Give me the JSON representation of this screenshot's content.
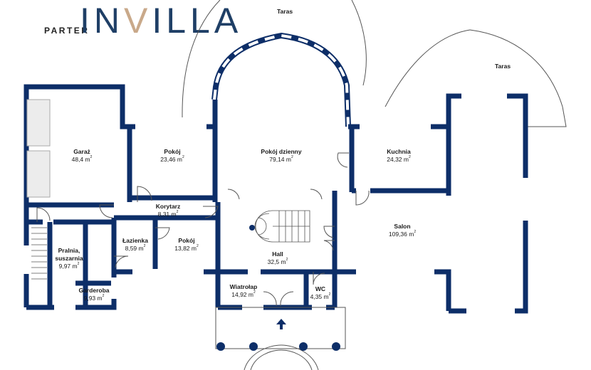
{
  "header": {
    "floor_label": "PARTER",
    "brand_prefix": "IN",
    "brand_accent": "V",
    "brand_suffix": "ILLA"
  },
  "colors": {
    "wall": "#0d2e68",
    "brand_blue": "#1f3f66",
    "brand_gold": "#c9a98a",
    "line": "#555555"
  },
  "terraces": [
    "Taras",
    "Taras"
  ],
  "rooms": [
    {
      "id": "garaz",
      "name": "Garaż",
      "area": "48,4 m"
    },
    {
      "id": "pokoj1",
      "name": "Pokój",
      "area": "23,46 m"
    },
    {
      "id": "pokoj_dzienny",
      "name": "Pokój dzienny",
      "area": "79,14 m"
    },
    {
      "id": "kuchnia",
      "name": "Kuchnia",
      "area": "24,32 m"
    },
    {
      "id": "korytarz",
      "name": "Korytarz",
      "area": "8,31 m"
    },
    {
      "id": "lazienka",
      "name": "Łazienka",
      "area": "8,59 m"
    },
    {
      "id": "pokoj2",
      "name": "Pokój",
      "area": "13,82 m"
    },
    {
      "id": "hall",
      "name": "Hall",
      "area": "32,5 m"
    },
    {
      "id": "salon",
      "name": "Salon",
      "area": "109,36 m"
    },
    {
      "id": "pralnia",
      "name": "Pralnia,\nsuszarnia",
      "area": "9,97 m"
    },
    {
      "id": "garderoba",
      "name": "Garderoba",
      "area": "9,93 m"
    },
    {
      "id": "wiatrolap",
      "name": "Wiatrołap",
      "area": "14,92 m"
    },
    {
      "id": "wc",
      "name": "WC",
      "area": "4,35 m"
    }
  ],
  "area_unit_exp": "2"
}
